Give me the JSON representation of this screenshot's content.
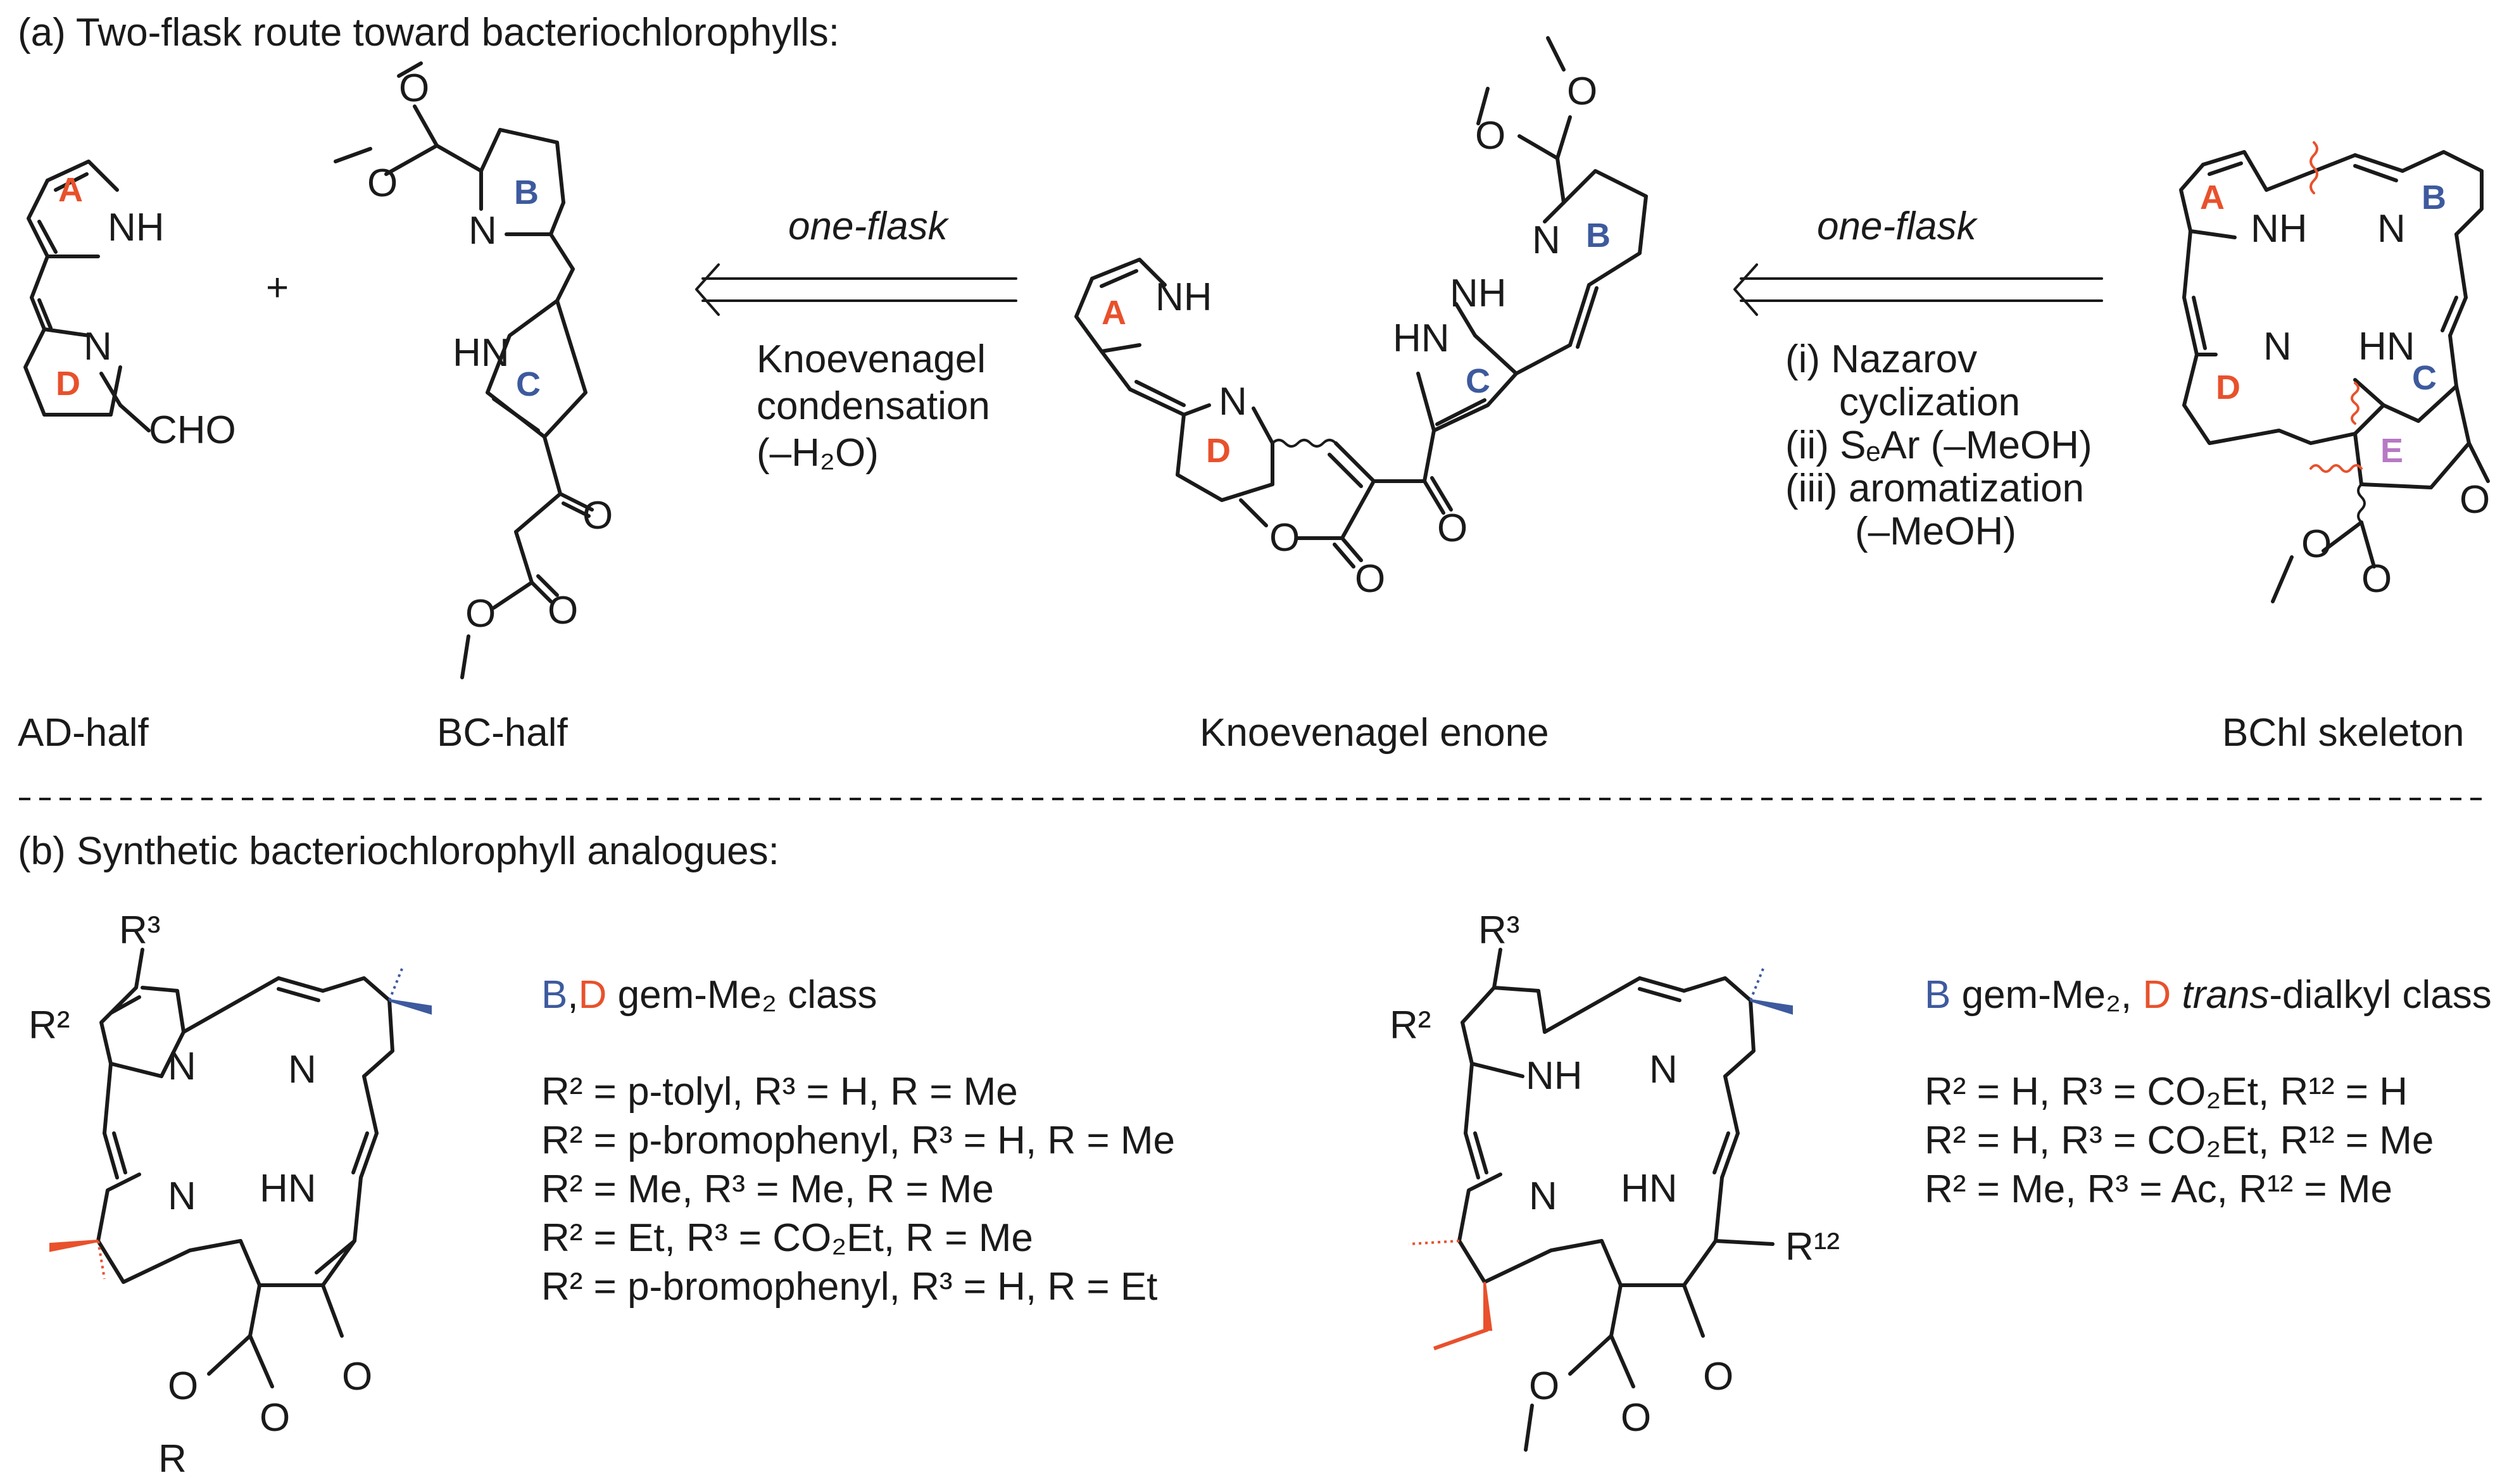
{
  "panel_a": {
    "heading": "(a) Two-flask route toward bacteriochlorophylls:",
    "compounds": {
      "ad_half": "AD-half",
      "bc_half": "BC-half",
      "enone": "Knoevenagel enone",
      "bchl": "BChl skeleton"
    },
    "plus": "+",
    "step1": {
      "mode": "one-flask",
      "line1": "Knoevenagel",
      "line2": "condensation",
      "line3": "(–H₂O)"
    },
    "step2": {
      "mode": "one-flask",
      "i": "(i)  Nazarov",
      "i2": "cyclization",
      "ii": "(ii) SₑAr (–MeOH)",
      "iii": "(iii) aromatization",
      "iii2": "(–MeOH)"
    },
    "ring_labels": {
      "A": "A",
      "B": "B",
      "C": "C",
      "D": "D",
      "E": "E"
    },
    "atoms": {
      "NH": "NH",
      "N": "N",
      "HN": "HN",
      "CHO": "CHO",
      "O": "O"
    }
  },
  "panel_b": {
    "heading": "(b) Synthetic bacteriochlorophyll analogues:",
    "left": {
      "class_b": "B",
      "class_sep": ",",
      "class_d": "D",
      "class_rest": " gem-Me₂ class",
      "rows": [
        "R² = p-tolyl, R³ = H, R = Me",
        "R² = p-bromophenyl, R³ = H, R = Me",
        "R² = Me, R³ = Me, R = Me",
        "R² = Et, R³ = CO₂Et, R = Me",
        "R² = p-bromophenyl, R³ = H, R = Et"
      ],
      "substituents": {
        "R2": "R²",
        "R3": "R³",
        "R": "R"
      }
    },
    "right": {
      "class_b": "B",
      "class_mid": " gem-Me₂, ",
      "class_d": "D",
      "class_trans": " trans",
      "class_rest": "-dialkyl class",
      "rows": [
        "R² = H, R³ = CO₂Et, R¹² = H",
        "R² = H, R³ = CO₂Et, R¹² = Me",
        "R² = Me, R³ = Ac, R¹² = Me"
      ],
      "substituents": {
        "R2": "R²",
        "R3": "R³",
        "R12": "R¹²"
      }
    }
  },
  "colors": {
    "ringAD": "#e8512c",
    "ringBC": "#3d5a9e",
    "ringE": "#b779c4",
    "ink": "#1a1a1a"
  }
}
